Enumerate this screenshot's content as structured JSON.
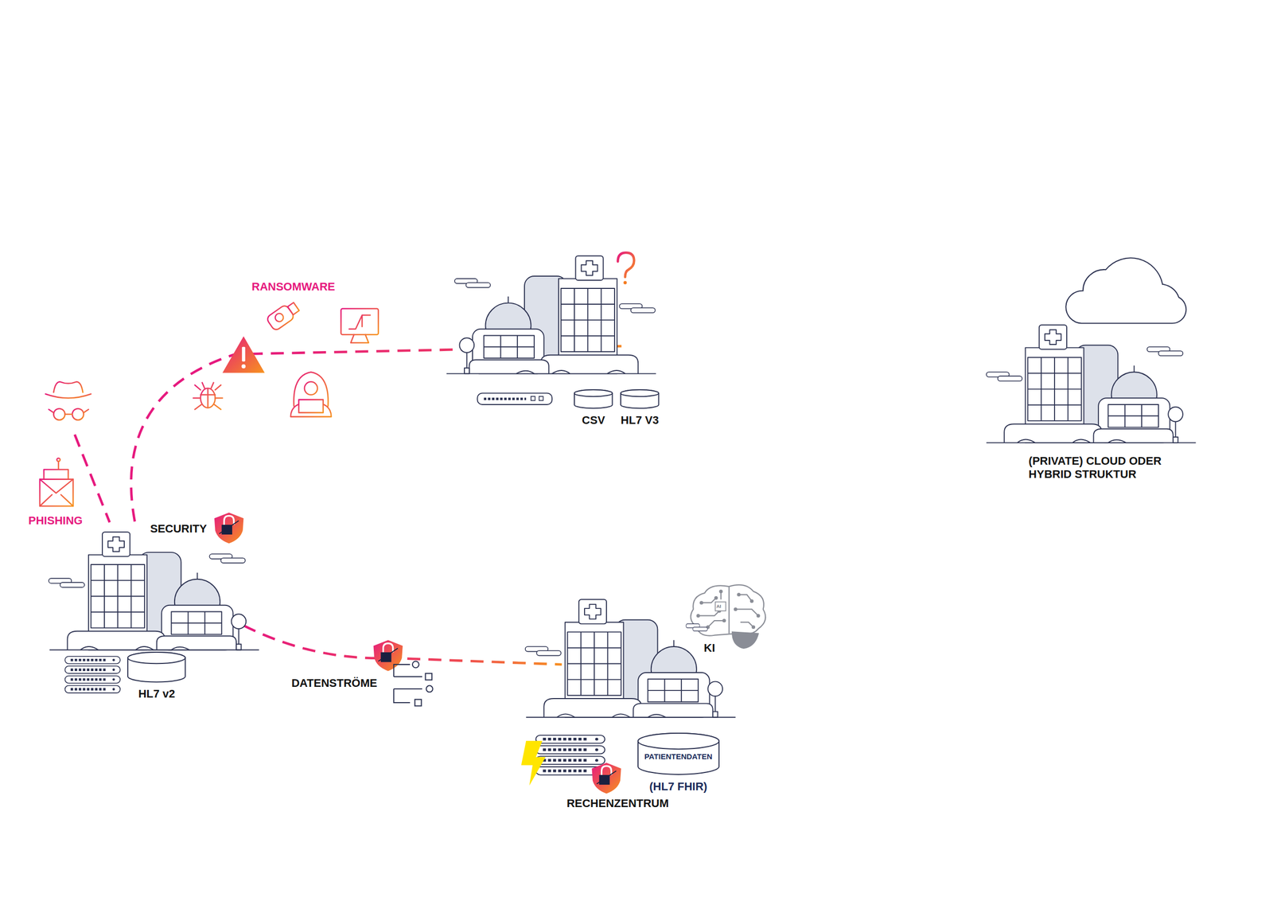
{
  "diagram": {
    "nodes": [
      {
        "text": [
          "CSV"
        ]
      },
      {
        "text": [
          "HL7 V3"
        ]
      },
      {
        "text": [
          "HL7 v2"
        ]
      },
      {
        "text": [
          "PATIENTENDATEN",
          "(HL7 FHIR)"
        ]
      }
    ],
    "labels": [
      "RANSOMWARE",
      "(PRIVATE) CLOUD ODER HYBRID STRUKTUR",
      "PHISHING",
      "SECURITY",
      "AI",
      "KI",
      "DATENSTRÖME",
      "RECHENZENTRUM"
    ]
  }
}
